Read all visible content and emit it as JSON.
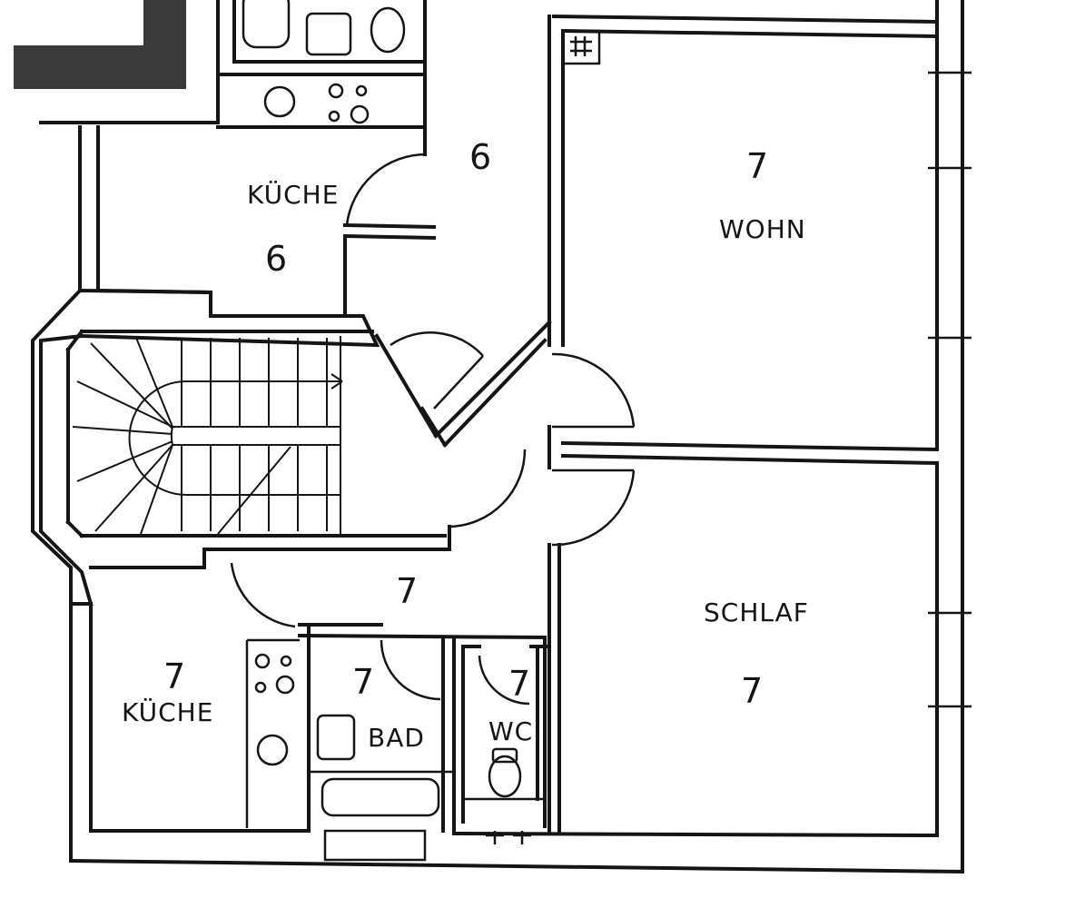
{
  "rooms": {
    "kueche_upper": {
      "name": "KÜCHE",
      "number": "6"
    },
    "hall_upper": {
      "number": "6"
    },
    "wohn": {
      "name": "WOHN",
      "number": "7"
    },
    "hall_lower": {
      "number": "7"
    },
    "kueche_lower": {
      "name": "KÜCHE",
      "number": "7"
    },
    "bad": {
      "name": "BAD",
      "number": "7"
    },
    "wc": {
      "name": "WC",
      "number": "7"
    },
    "schlaf": {
      "name": "SCHLAF",
      "number": "7"
    }
  }
}
